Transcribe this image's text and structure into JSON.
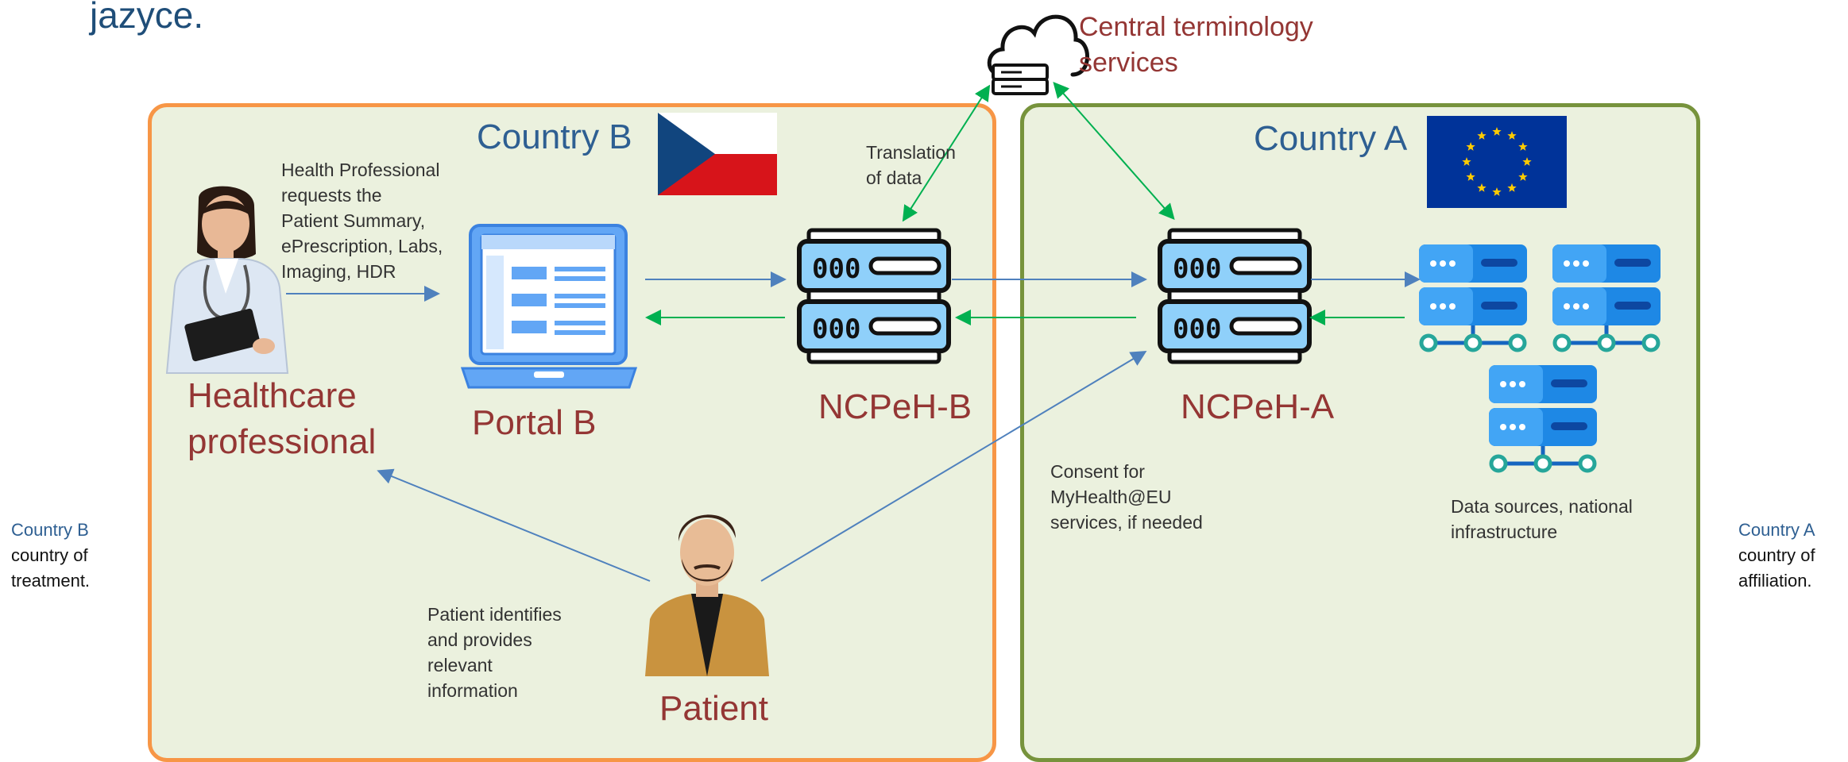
{
  "title_fragment": "jazyce.",
  "cloud": {
    "label_line1": "Central terminology",
    "label_line2": "services"
  },
  "country_b": {
    "title": "Country B",
    "hp_text": [
      "Health Professional",
      "requests the",
      "Patient Summary,",
      "ePrescription, Labs,",
      "Imaging, HDR"
    ],
    "translation": [
      "Translation",
      "of data"
    ],
    "healthcare_label": [
      "Healthcare",
      "professional"
    ],
    "portal_label": "Portal B",
    "ncpeh_label": "NCPeH-B",
    "patient_text": [
      "Patient identifies",
      "and provides",
      "relevant",
      "information"
    ],
    "patient_label": "Patient"
  },
  "country_a": {
    "title": "Country A",
    "ncpeh_label": "NCPeH-A",
    "consent_text": [
      "Consent for",
      "MyHealth@EU",
      "services, if needed"
    ],
    "data_sources_text": [
      "Data sources, national",
      "infrastructure"
    ]
  },
  "side_left": {
    "title": "Country B",
    "line1": "country of",
    "line2": "treatment."
  },
  "side_right": {
    "title": "Country A",
    "line1": "country of",
    "line2": "affiliation."
  },
  "colors": {
    "orange": "#f79646",
    "green_border": "#77933c",
    "blue_arrow": "#4f81bd",
    "green_arrow": "#00b050",
    "label_red": "#943634",
    "title_blue": "#2e5f92"
  }
}
